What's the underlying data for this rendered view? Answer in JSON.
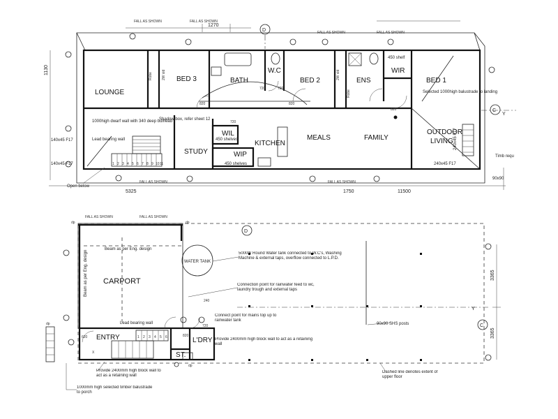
{
  "upper_floor": {
    "rooms": {
      "lounge": "LOUNGE",
      "bed3": "BED 3",
      "bath": "BATH",
      "wc": "W.C",
      "bed2": "BED 2",
      "ens": "ENS",
      "wir_upper": "WIR",
      "bed1": "BED 1",
      "study": "STUDY",
      "wil": "WIL",
      "wip": "WIP",
      "kitchen": "KITCHEN",
      "meals": "MEALS",
      "family": "FAMILY",
      "outdoor": "OUTDOOR",
      "living": "LIVING"
    },
    "labels": {
      "robe_left": "Robe",
      "robe_right": "Robe",
      "shelf_left": "2W sld",
      "shelf_right": "2W sld",
      "wall_note": "1000high dwarf wall with 340 deep bulhead",
      "lead_bearing": "Lead bearing wall",
      "shadow_box": "Shadow box, refer sheet 12",
      "shelves_top": "450 shelves",
      "shelves_bottom": "450 shelves",
      "shelf_450": "450 shelf",
      "balustrade": "Selected 1000high balustrade to landing",
      "beam_left": "140x45 F17",
      "beam_left2": "140x45 F17",
      "beam_right": "240x45 F17",
      "beam_outdoor": "240x45 F17",
      "open_below": "Open below",
      "timber_req": "Timb requ",
      "post_size": "90x90",
      "door_820_1": "820",
      "door_820_2": "820",
      "door_720_1": "720",
      "door_720_2": "720",
      "door_820_3": "820",
      "door_720_3": "720",
      "gridline_d": "D",
      "gridline_c": "C",
      "axis_y": "Y",
      "fall_1": "FALL AS SHOWN",
      "fall_2": "FALL AS SHOWN",
      "fall_3": "FALL AS SHOWN",
      "fall_4": "FALL AS SHOWN",
      "fall_5": "FALL AS SHOWN",
      "fall_6": "FALL AS SHOWN"
    },
    "dims": {
      "top": "1270",
      "left": "1130",
      "bottom_left": "5325",
      "bottom_mid": "1750",
      "bottom_right": "11500"
    },
    "stairs": [
      "1",
      "2",
      "3",
      "4",
      "5",
      "6",
      "7",
      "8",
      "9",
      "10",
      "11"
    ]
  },
  "lower_floor": {
    "rooms": {
      "carport": "CARPORT",
      "water_tank": "WATER TANK",
      "entry": "ENTRY",
      "ldry": "L'DRY",
      "st": "ST."
    },
    "labels": {
      "beam_top": "Beam as per Eng. design",
      "beam_side": "Beam as per Eng. design",
      "lead_bearing": "Lead bearing wall",
      "tank_note": "5000ltr Round Water tank connected to W.C's, Washing Machine & external taps, overflow connected to L.P.D.",
      "rain_note": "Connection point for rainwater feed to wc, laundry trough and external taps",
      "mains_note": "Connect point for mains top up to rainwater tank",
      "block_right": "Provide 2400mm high block wall to act as a retaining wall",
      "block_left": "Provide 2400mm high block wall to act as a retaining wall",
      "balustrade_porch": "1000mm high selected timber balustrade to porch",
      "shs_posts": "90x90 SHS posts",
      "dashed_note": "Dashed line denotes extent of upper floor",
      "door_820": "820",
      "door_720": "720",
      "door_620": "620",
      "dim_240": "240",
      "gridline_d": "D",
      "gridline_c": "C",
      "axis_y": "Y",
      "dp_left": "dp",
      "dp_right": "dp",
      "dp_low": "dp",
      "dp_low2": "dp",
      "fall_1": "FALL AS SHOWN",
      "fall_2": "FALL AS SHOWN",
      "x_mark": "X"
    },
    "dims": {
      "right_top": "3365",
      "right_bottom": "3365"
    },
    "stairs": [
      "1",
      "2",
      "3",
      "4",
      "5",
      "6"
    ]
  },
  "colors": {
    "line": "#111111",
    "paper": "#ffffff"
  }
}
